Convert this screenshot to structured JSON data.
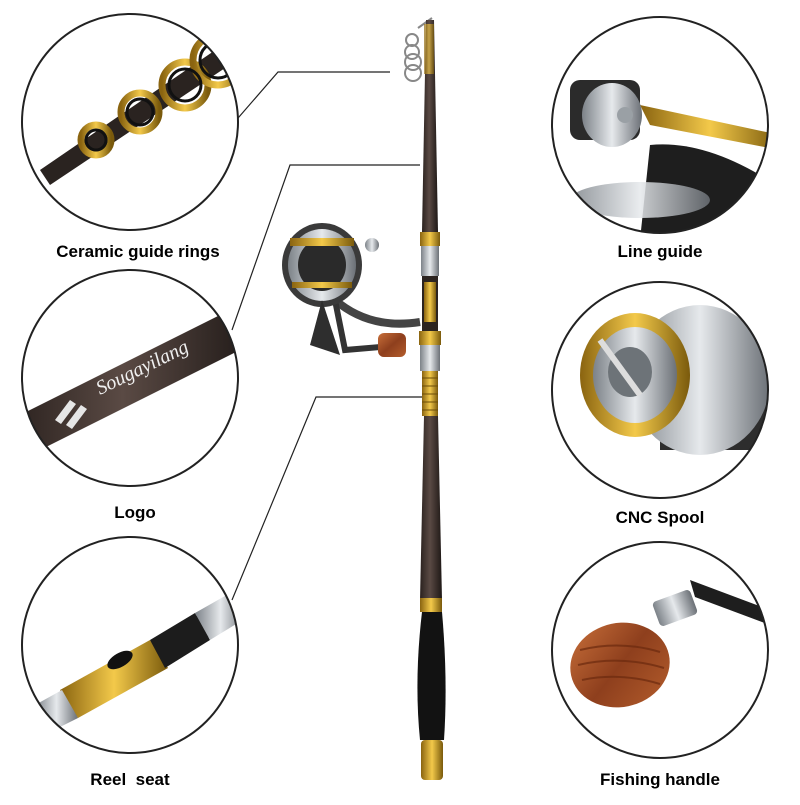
{
  "labels": {
    "guide_rings": "Ceramic guide rings",
    "line_guide": "Line guide",
    "logo": "Logo",
    "cnc_spool": "CNC Spool",
    "reel_seat": "Reel  seat",
    "fishing_handle": "Fishing handle"
  },
  "brand_text": "Sougayilang",
  "colors": {
    "rod": "#3b2f2b",
    "gold": "#d4a017",
    "grip": "#111111",
    "wood": "#9a4a23",
    "silver": "#b8bcc0",
    "outline": "#1a1a1a"
  }
}
